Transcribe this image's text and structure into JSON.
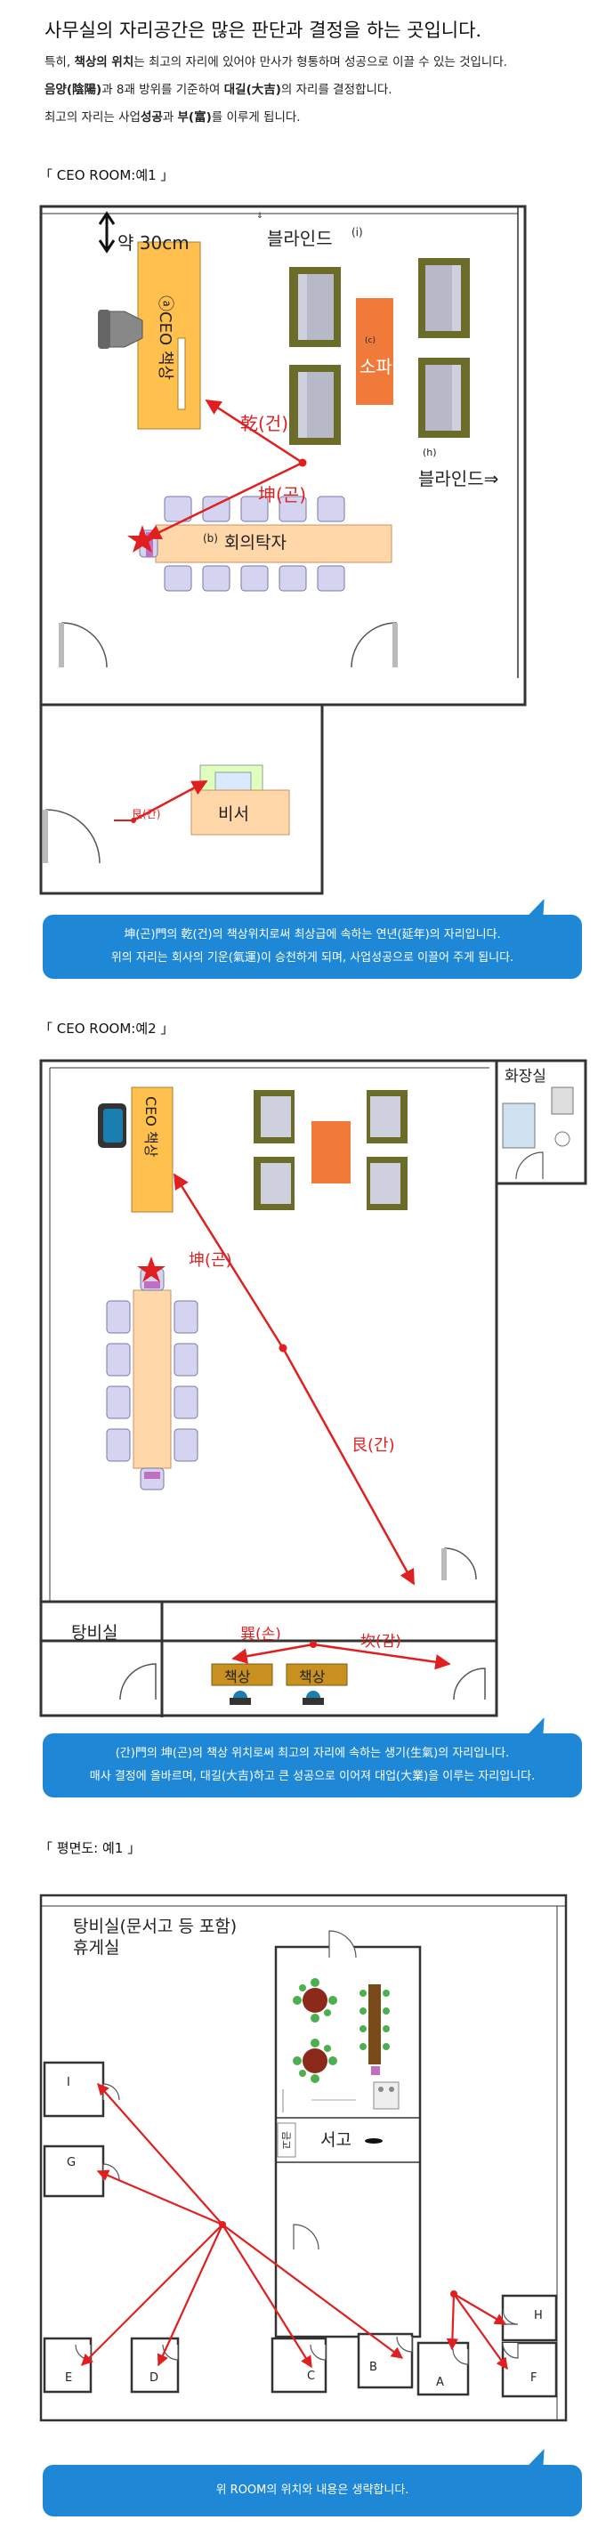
{
  "intro": {
    "heading": "사무실의 자리공간은 많은 판단과 결정을 하는 곳입니다.",
    "p1_pre": "특히, ",
    "p1_bold": "책상의 위치",
    "p1_post": "는 최고의 자리에 있어야 만사가 형통하며 성공으로 이끌 수 있는 것입니다.",
    "p2_bold1": "음양(陰陽)",
    "p2_mid": "과 8괘 방위를 기준하여 ",
    "p2_bold2": "대길(大吉)",
    "p2_post": "의 자리를 결정합니다.",
    "p3_pre": "최고의 자리는 사업",
    "p3_bold1": "성공",
    "p3_mid": "과 ",
    "p3_bold2": "부(富)",
    "p3_post": "를 이루게 됩니다."
  },
  "example1": {
    "title": "「 CEO ROOM:예1 」",
    "dim_label": "약 30cm",
    "blind_top": "블라인드",
    "blind_top_marker": "(i)",
    "blind_right": "블라인드⇒",
    "blind_right_marker": "(h)",
    "ceo_desk": "ⓐCEO 책상",
    "sofa": "소파",
    "sofa_marker": "(c)",
    "meeting_table": "회의탁자",
    "meeting_marker": "(b)",
    "geon": "乾(건)",
    "gon": "坤(곤)",
    "gan": "艮(간)",
    "secretary": "비서",
    "note_line1": "坤(곤)門의 乾(건)의 책상위치로써 최상급에 속하는 연년(延年)의 자리입니다.",
    "note_line2": "위의 자리는 회사의 기운(氣運)이 승천하게 되며, 사업성공으로 이끌어 주게 됩니다."
  },
  "example2": {
    "title": "「 CEO ROOM:예2 」",
    "restroom": "화장실",
    "ceo_desk": "CEO 책상",
    "gon": "坤(곤)",
    "gan": "艮(간)",
    "pantry": "탕비실",
    "son": "巽(손)",
    "gam": "坎(감)",
    "desk1": "책상",
    "desk2": "책상",
    "note_line1": "(간)門의 坤(곤)의 책상 위치로써 최고의 자리에 속하는 생기(生氣)의 자리입니다.",
    "note_line2": "매사 결정에 올바르며, 대길(大吉)하고 큰 성공으로 이어져 대업(大業)을 이루는 자리입니다."
  },
  "floorplan": {
    "title": "「 평면도: 예1 」",
    "room_label_1": "탕비실(문서고 등 포함)",
    "room_label_2": "휴게실",
    "archive": "서고",
    "archive_small": "금고",
    "rooms": [
      "I",
      "G",
      "E",
      "D",
      "C",
      "B",
      "A",
      "H",
      "F"
    ],
    "note_line1": "위 ROOM의 위치와 내용은 생략합니다."
  },
  "colors": {
    "accent": "#1e88d6",
    "arrow": "#e02020",
    "desk_orange": "#ffc04d",
    "sofa_orange": "#f07a3a",
    "table_peach": "#ffd7a8",
    "chair_lilac": "#d4d4f0",
    "sofa_olive": "#6b6b2a"
  }
}
